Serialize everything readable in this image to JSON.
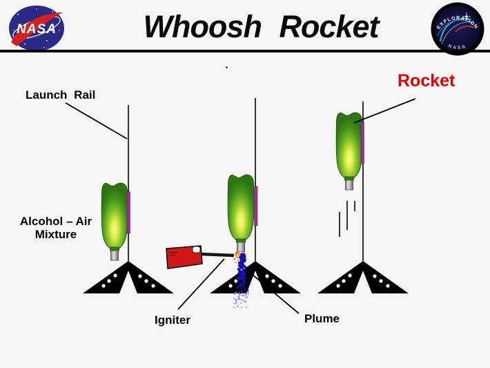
{
  "header": {
    "title": "Whoosh Rocket",
    "nasa_insignia_text": "NASA",
    "mission_badge": {
      "top_text": "EXPLORATION",
      "bottom_text": "NASA"
    }
  },
  "diagram": {
    "labels": {
      "launch_rail": "Launch Rail",
      "rocket": "Rocket",
      "alcohol_air_line1": "Alcohol – Air",
      "alcohol_air_line2": "Mixture",
      "igniter": "Igniter",
      "plume": "Plume"
    }
  },
  "colors": {
    "background": "#f5f5f5",
    "label_text": "#000000",
    "rocket_label": "#e10000",
    "stand_black": "#000000",
    "rail_strip_purple": "#983098",
    "igniter_red": "#d01818",
    "flame_orange": "#f07818",
    "plume_blue": "#1616b6",
    "bottle_green_dark": "#2e7410",
    "bottle_glow_yellow": "#f0f655",
    "nasa_blue": "#2b2b85",
    "nasa_swoosh_red": "#d42020"
  }
}
